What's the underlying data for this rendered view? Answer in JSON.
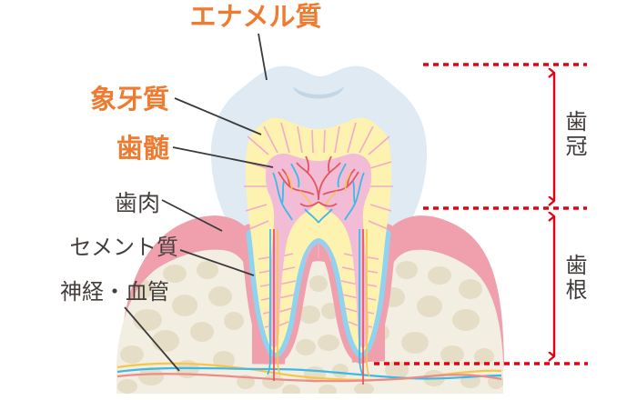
{
  "diagram": {
    "type": "tooth-anatomy-cross-section",
    "labels": {
      "enamel": {
        "text": "エナメル質",
        "color": "#ee7b30"
      },
      "dentin": {
        "text": "象牙質",
        "color": "#ee7b30"
      },
      "pulp": {
        "text": "歯髄",
        "color": "#ee7b30"
      },
      "gum": {
        "text": "歯肉",
        "color": "#433e3c"
      },
      "cementum": {
        "text": "セメント質",
        "color": "#433e3c"
      },
      "nerve_vessel": {
        "text": "神経・血管",
        "color": "#433e3c"
      }
    },
    "measurements": {
      "crown": {
        "text": "歯冠",
        "color": "#3f3a39"
      },
      "root": {
        "text": "歯根",
        "color": "#3f3a39"
      }
    },
    "colors": {
      "enamel_fill": "#dfeaf2",
      "occlusal_groove": "#c3d6e6",
      "dentin_fill": "#fdf2b0",
      "dentin_lines": "#f2abc9",
      "pulp_fill": "#f2bcd6",
      "gum_fill": "#f0a0ac",
      "cementum_fill": "#8fd3f0",
      "bone_fill": "#f2eee1",
      "bone_pebbles": "#e5ddc6",
      "vessel_red": "#e4555f",
      "vessel_blue": "#3db9e8",
      "vessel_yellow": "#f6c64b",
      "bundle_red": "#ec8b8b",
      "measure_red": "#e60012",
      "leader_line": "#3a3a3a"
    }
  }
}
